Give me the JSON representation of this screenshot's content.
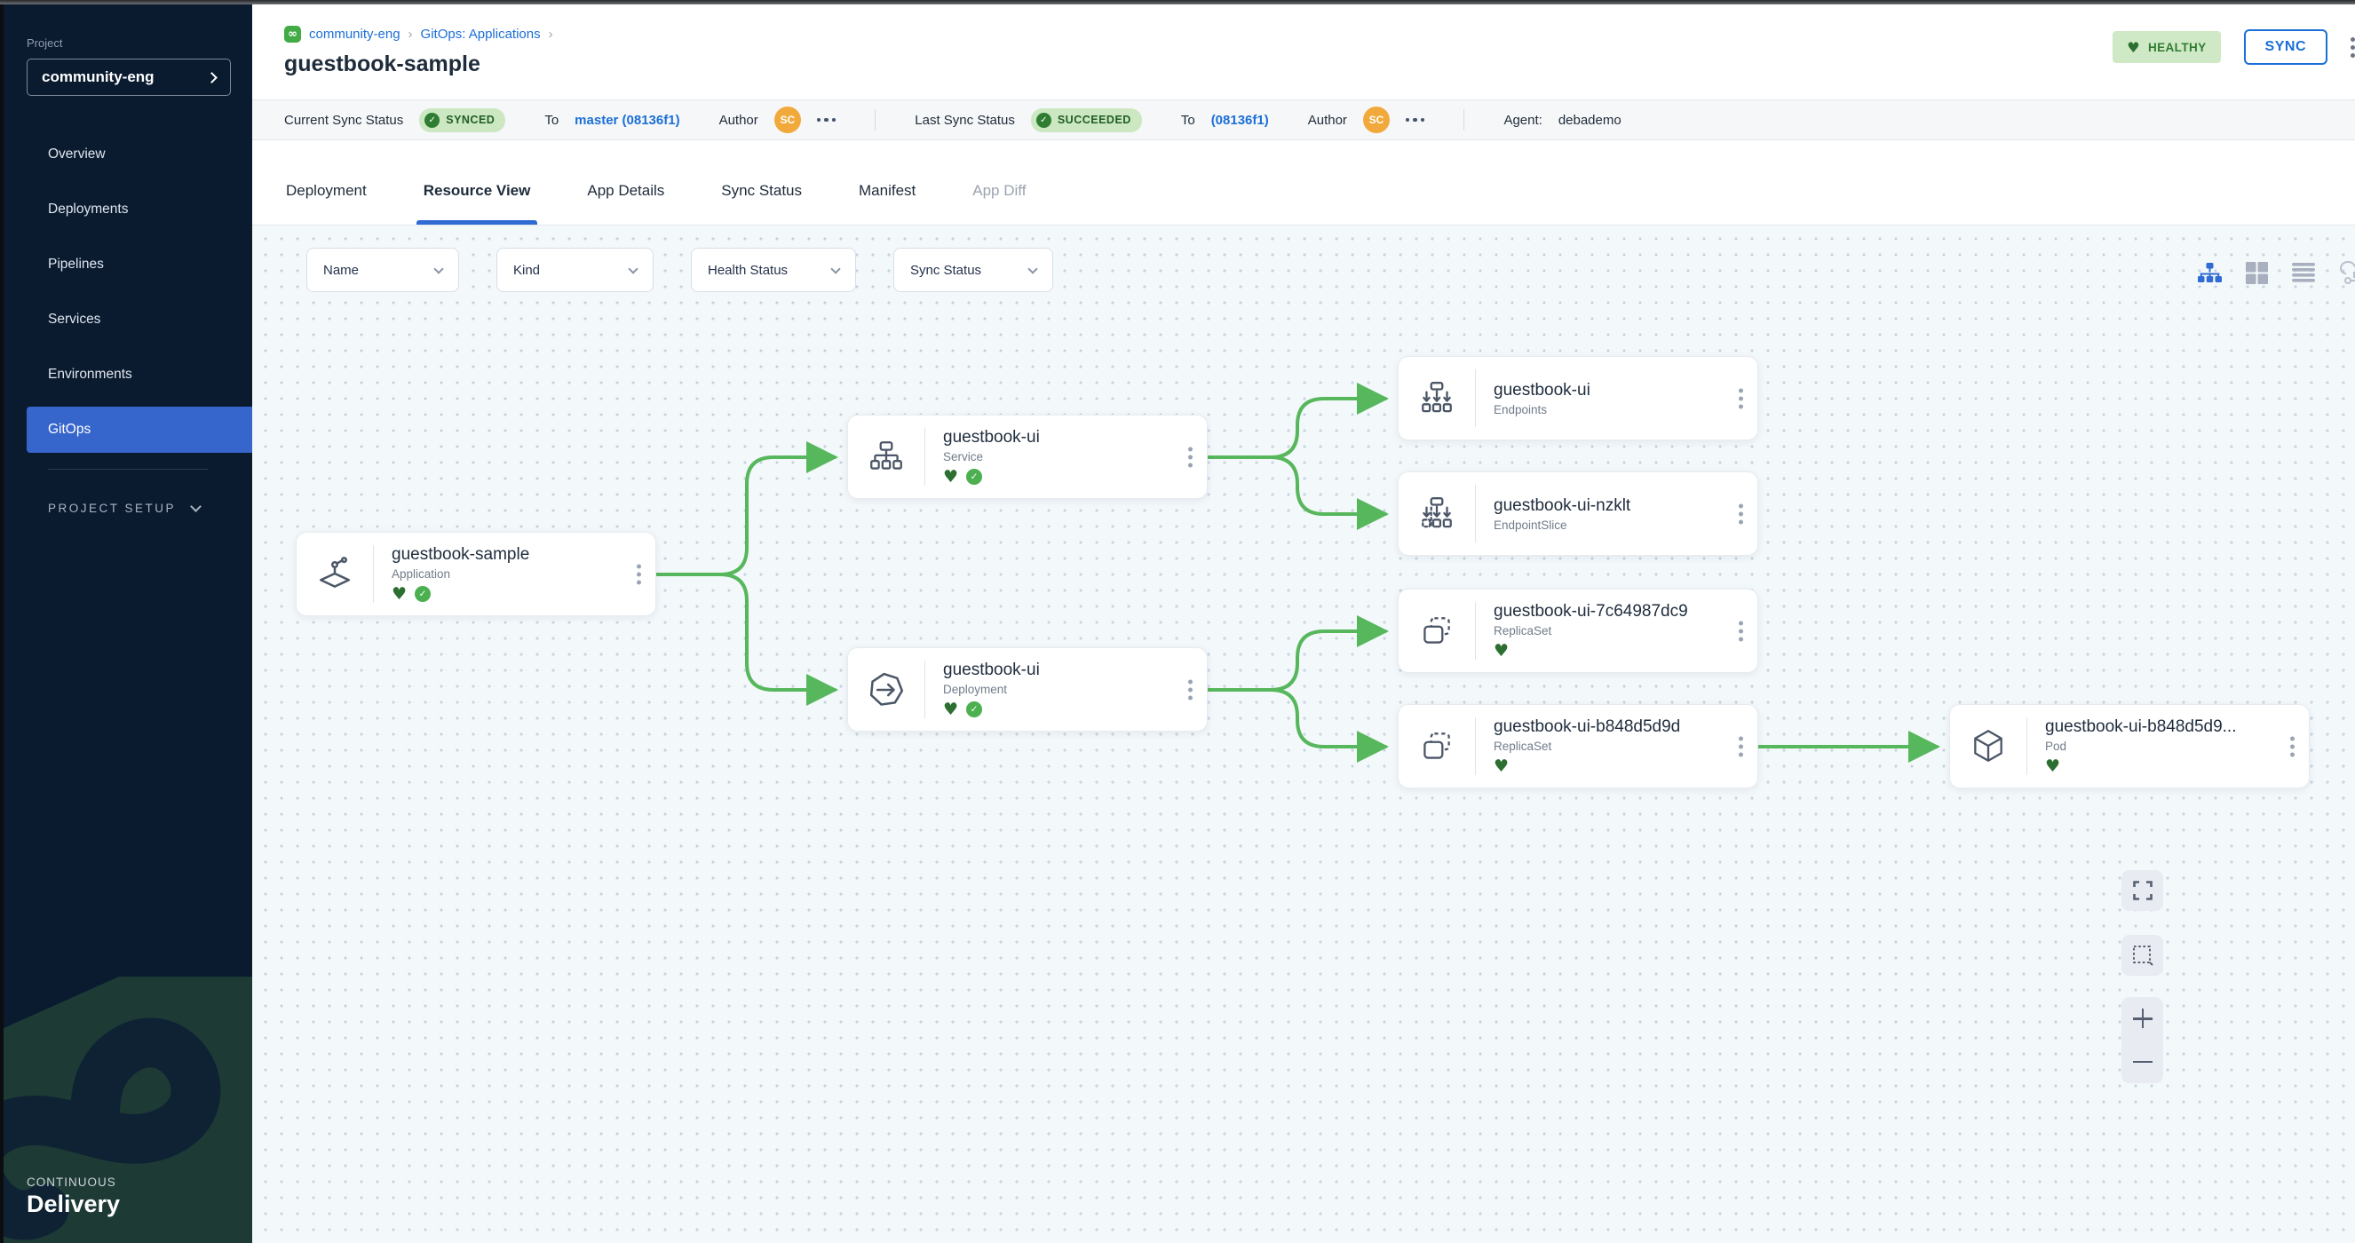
{
  "icons": {
    "heart": "♥",
    "check": "✓",
    "infinity": "∞"
  },
  "colors": {
    "accent_blue": "#1b6fd6",
    "active_nav_blue": "#3665cb",
    "success_green": "#42ab45",
    "connector_green": "#57b75c",
    "healthy_heart_green": "#2d6e31",
    "avatar_orange": "#f2a93b",
    "sidebar_navy": "#0a1b30"
  },
  "sidebar": {
    "project_label": "Project",
    "project_name": "community-eng",
    "nav": [
      {
        "label": "Overview"
      },
      {
        "label": "Deployments"
      },
      {
        "label": "Pipelines"
      },
      {
        "label": "Services"
      },
      {
        "label": "Environments"
      },
      {
        "label": "GitOps",
        "active": true
      }
    ],
    "project_setup_label": "PROJECT SETUP",
    "brand": {
      "line1": "CONTINUOUS",
      "line2": "Delivery"
    }
  },
  "header": {
    "breadcrumb": {
      "items": [
        {
          "label": "community-eng"
        },
        {
          "label": "GitOps: Applications"
        }
      ],
      "separator": "›"
    },
    "title": "guestbook-sample",
    "health_badge_label": "HEALTHY",
    "sync_button_label": "SYNC"
  },
  "status_bar": {
    "current_label": "Current Sync Status",
    "current_badge": "SYNCED",
    "to_label": "To",
    "current_target": "master (08136f1)",
    "author_label": "Author",
    "author_initials": "SC",
    "last_label": "Last Sync Status",
    "last_badge": "SUCCEEDED",
    "last_to_label": "To",
    "last_target": "(08136f1)",
    "last_author_label": "Author",
    "last_author_initials": "SC",
    "agent_label": "Agent:",
    "agent_value": "debademo"
  },
  "tabs": {
    "items": [
      {
        "label": "Deployment"
      },
      {
        "label": "Resource View",
        "active": true
      },
      {
        "label": "App Details"
      },
      {
        "label": "Sync Status"
      },
      {
        "label": "Manifest"
      },
      {
        "label": "App Diff",
        "disabled": true
      }
    ]
  },
  "filters": {
    "items": [
      {
        "label": "Name"
      },
      {
        "label": "Kind"
      },
      {
        "label": "Health Status"
      },
      {
        "label": "Sync Status"
      }
    ]
  },
  "graph": {
    "nodes": [
      {
        "title": "guestbook-sample",
        "kind": "Application",
        "healthy": true,
        "synced": true
      },
      {
        "title": "guestbook-ui",
        "kind": "Service",
        "healthy": true,
        "synced": true
      },
      {
        "title": "guestbook-ui",
        "kind": "Deployment",
        "healthy": true,
        "synced": true
      },
      {
        "title": "guestbook-ui",
        "kind": "Endpoints"
      },
      {
        "title": "guestbook-ui-nzklt",
        "kind": "EndpointSlice"
      },
      {
        "title": "guestbook-ui-7c64987dc9",
        "kind": "ReplicaSet",
        "healthy": true
      },
      {
        "title": "guestbook-ui-b848d5d9d",
        "kind": "ReplicaSet",
        "healthy": true
      },
      {
        "title": "guestbook-ui-b848d5d9...",
        "kind": "Pod",
        "healthy": true
      }
    ]
  }
}
